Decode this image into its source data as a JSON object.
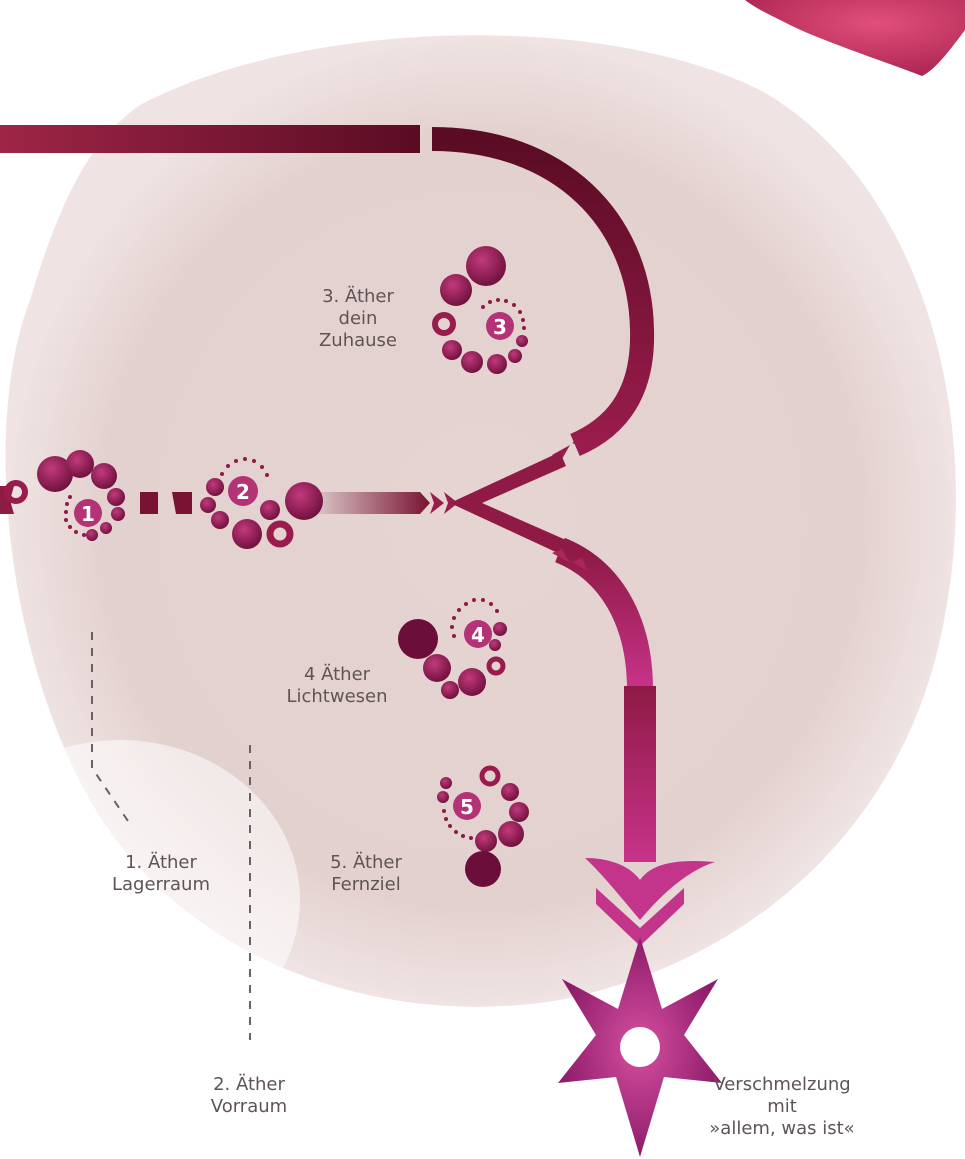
{
  "labels": {
    "ether1": {
      "line1": "1. Äther",
      "line2": "Lagerraum"
    },
    "ether2": {
      "line1": "2. Äther",
      "line2": "Vorraum"
    },
    "ether3": {
      "line1": "3. Äther",
      "line2": "dein",
      "line3": "Zuhause"
    },
    "ether4": {
      "line1": "4 Äther",
      "line2": "Lichtwesen"
    },
    "ether5": {
      "line1": "5. Äther",
      "line2": "Fernziel"
    },
    "merge": {
      "line1": "Verschmelzung",
      "line2": "mit",
      "line3": "»allem, was ist«"
    }
  },
  "clusters": [
    {
      "id": "ether1",
      "number": "1"
    },
    {
      "id": "ether2",
      "number": "2"
    },
    {
      "id": "ether3",
      "number": "3"
    },
    {
      "id": "ether4",
      "number": "4"
    },
    {
      "id": "ether5",
      "number": "5"
    }
  ],
  "colors": {
    "dark_plum": "#6b0f2e",
    "magenta": "#c0307a",
    "rose_petal": "#c2336a",
    "backdrop": "#e8d8d6",
    "label_text": "#5e5456"
  }
}
